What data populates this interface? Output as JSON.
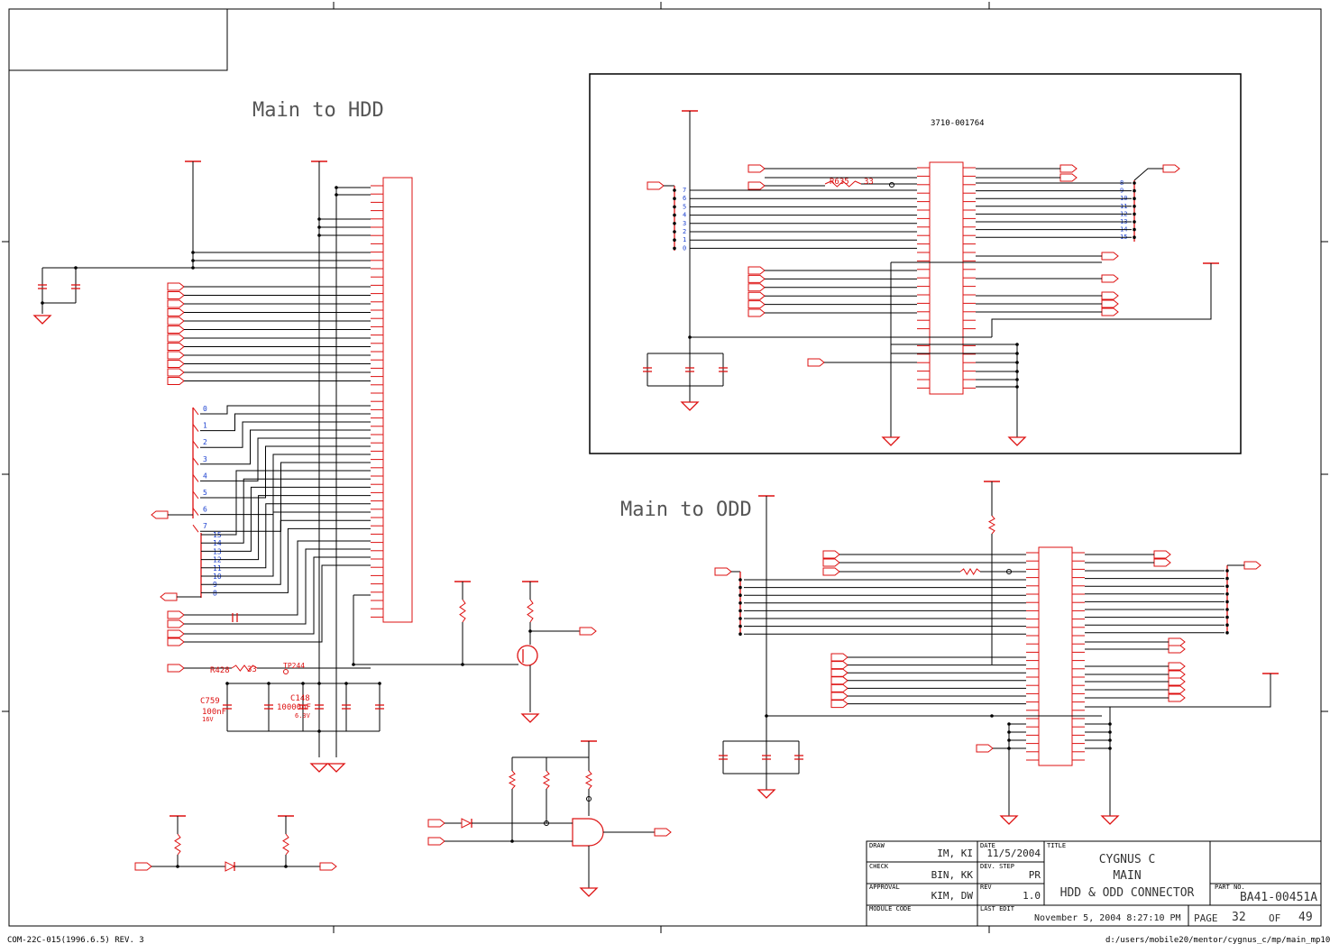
{
  "sections": {
    "hdd_title": "Main to HDD",
    "odd_title": "Main to ODD"
  },
  "hdd": {
    "data_pins_a": [
      "0",
      "1",
      "2",
      "3",
      "4",
      "5",
      "6",
      "7"
    ],
    "data_pins_b": [
      "15",
      "14",
      "13",
      "12",
      "11",
      "10",
      "9",
      "8"
    ],
    "r428": "R428",
    "r428_value": "33",
    "tp": "TP244",
    "c759": "C759",
    "c759_value": "100nF",
    "c759_volt": "16V",
    "c148": "C148",
    "c148_value": "10000nF",
    "c148_volt": "6.3V"
  },
  "inset": {
    "part": "3710-001764",
    "r635": "R635",
    "r635_value": "33",
    "left_pins": [
      "7",
      "6",
      "5",
      "4",
      "3",
      "2",
      "1",
      "0"
    ],
    "right_pins": [
      "8",
      "9",
      "10",
      "11",
      "12",
      "13",
      "14",
      "15"
    ]
  },
  "footer": {
    "form": "COM-22C-015(1996.6.5) REV. 3",
    "path": "d:/users/mobile20/mentor/cygnus_c/mp/main_mp10"
  },
  "title_block": {
    "draw_label": "DRAW",
    "draw_value": "IM, KI",
    "date_label": "DATE",
    "date_value": "11/5/2004",
    "check_label": "CHECK",
    "check_value": "BIN, KK",
    "dev_label": "DEV. STEP",
    "dev_value": "PR",
    "approval_label": "APPROVAL",
    "approval_value": "KIM, DW",
    "rev_label": "REV",
    "rev_value": "1.0",
    "module_label": "MODULE CODE",
    "lastedit_label": "LAST EDIT",
    "lastedit_value": "November 5, 2004  8:27:10 PM",
    "title_label": "TITLE",
    "title_1": "CYGNUS C",
    "title_2": "MAIN",
    "title_3": "HDD & ODD CONNECTOR",
    "partno_label": "PART NO.",
    "partno_value": "BA41-00451A",
    "page_label": "PAGE",
    "page_value": "32",
    "of_label": "OF",
    "of_value": "49"
  }
}
